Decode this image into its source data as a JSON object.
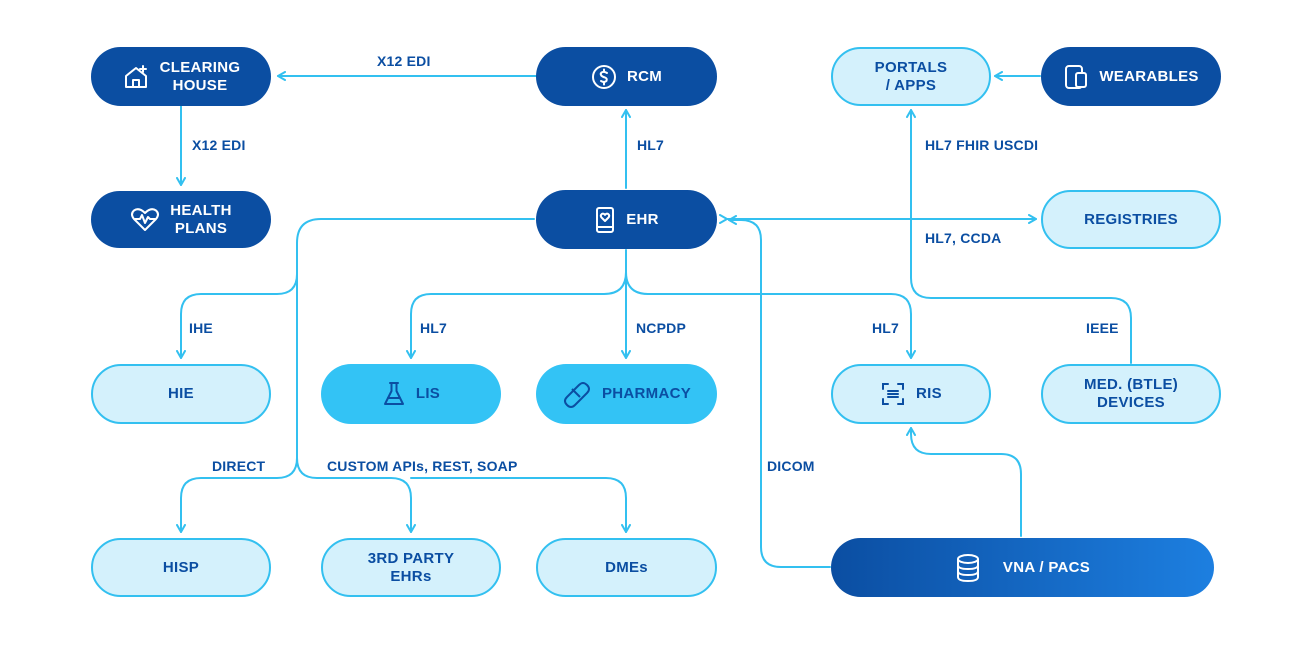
{
  "colors": {
    "dark_node": "#0b4ea2",
    "light_node_fill": "#d4f1fc",
    "light_node_border": "#33c0f0",
    "cyan_node": "#33c3f5",
    "connector": "#33c0f0",
    "label_text": "#0b4ea2"
  },
  "nodes": {
    "clearing_house": {
      "label": "CLEARING\nHOUSE",
      "icon": "house-plus-icon"
    },
    "rcm": {
      "label": "RCM",
      "icon": "dollar-circle-icon"
    },
    "portals": {
      "label": "PORTALS\n/ APPS"
    },
    "wearables": {
      "label": "WEARABLES",
      "icon": "devices-icon"
    },
    "health_plans": {
      "label": "HEALTH\nPLANS",
      "icon": "heart-pulse-icon"
    },
    "ehr": {
      "label": "EHR",
      "icon": "heart-book-icon"
    },
    "registries": {
      "label": "REGISTRIES"
    },
    "hie": {
      "label": "HIE"
    },
    "lis": {
      "label": "LIS",
      "icon": "flask-icon"
    },
    "pharmacy": {
      "label": "PHARMACY",
      "icon": "pill-icon"
    },
    "ris": {
      "label": "RIS",
      "icon": "scan-icon"
    },
    "med_devices": {
      "label": "MED. (BTLE)\nDEVICES"
    },
    "hisp": {
      "label": "HISP"
    },
    "third_party": {
      "label": "3RD PARTY\nEHRs"
    },
    "dmes": {
      "label": "DMEs"
    },
    "vna_pacs": {
      "label": "VNA / PACS",
      "icon": "database-icon"
    }
  },
  "edge_labels": {
    "x12_edi_top": "X12 EDI",
    "x12_edi_left": "X12 EDI",
    "hl7_rcm": "HL7",
    "hl7_fhir_uscdi": "HL7 FHIR USCDI",
    "hl7_ccda": "HL7, CCDA",
    "ihe": "IHE",
    "hl7_lis": "HL7",
    "ncpdp": "NCPDP",
    "hl7_ris": "HL7",
    "ieee": "IEEE",
    "direct": "DIRECT",
    "custom_apis": "CUSTOM APIs, REST, SOAP",
    "dicom": "DICOM"
  }
}
